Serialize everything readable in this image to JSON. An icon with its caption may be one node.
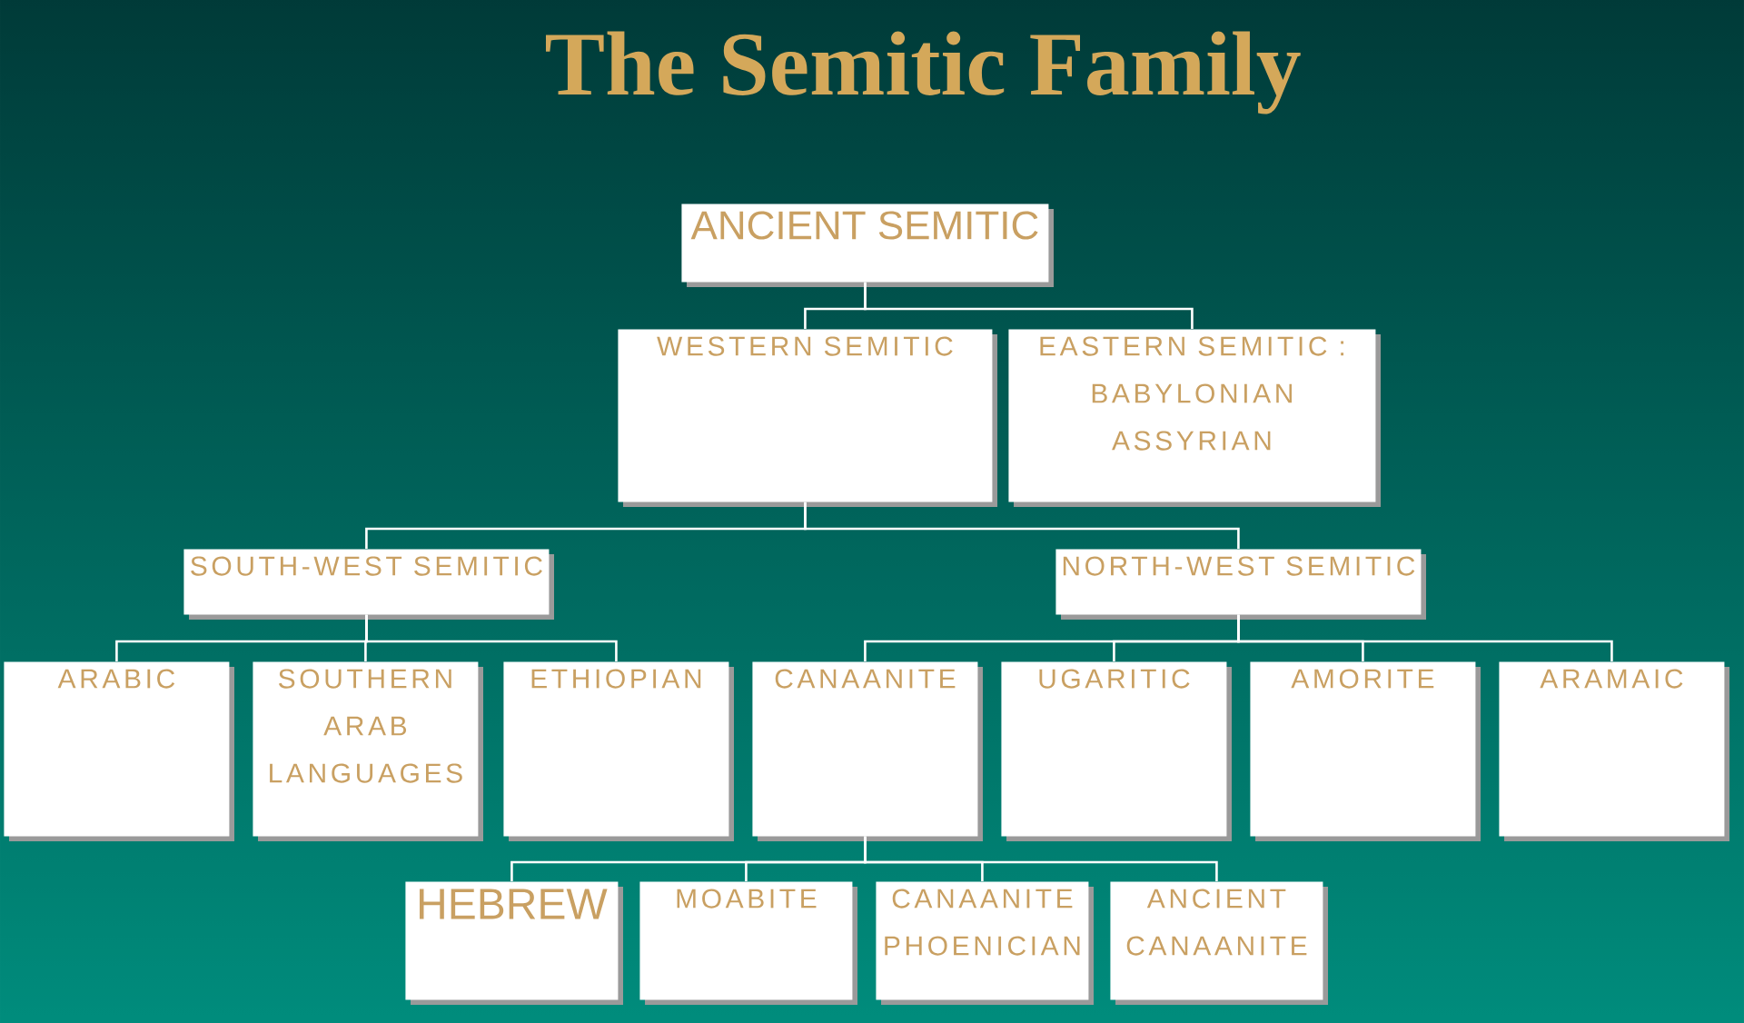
{
  "diagram": {
    "title": "The Semitic Family",
    "nodes": [
      {
        "text": [
          "ANCIENT SEMITIC"
        ]
      },
      {
        "text": [
          "WESTERN SEMITIC"
        ]
      },
      {
        "text": [
          "EASTERN SEMITIC : BABYLONIAN ASSYRIAN"
        ]
      },
      {
        "text": [
          "SOUTH-WEST SEMITIC"
        ]
      },
      {
        "text": [
          "NORTH-WEST SEMITIC"
        ]
      },
      {
        "text": [
          "ARABIC"
        ]
      },
      {
        "text": [
          "SOUTHERN ARAB LANGUAGES"
        ]
      },
      {
        "text": [
          "ETHIOPIAN"
        ]
      },
      {
        "text": [
          "CANAANITE"
        ]
      },
      {
        "text": [
          "UGARITIC"
        ]
      },
      {
        "text": [
          "AMORITE"
        ]
      },
      {
        "text": [
          "ARAMAIC"
        ]
      },
      {
        "text": [
          "HEBREW"
        ]
      },
      {
        "text": [
          "MOABITE"
        ]
      },
      {
        "text": [
          "CANAANITE PHOENICIAN"
        ]
      },
      {
        "text": [
          "ANCIENT CANAANITE"
        ]
      }
    ],
    "edges": [
      {
        "from": 0,
        "to": 1,
        "arrow": "none"
      },
      {
        "from": 0,
        "to": 2,
        "arrow": "none"
      },
      {
        "from": 1,
        "to": 3,
        "arrow": "none"
      },
      {
        "from": 1,
        "to": 4,
        "arrow": "none"
      },
      {
        "from": 3,
        "to": 5,
        "arrow": "none"
      },
      {
        "from": 3,
        "to": 6,
        "arrow": "none"
      },
      {
        "from": 3,
        "to": 7,
        "arrow": "none"
      },
      {
        "from": 4,
        "to": 8,
        "arrow": "none"
      },
      {
        "from": 4,
        "to": 9,
        "arrow": "none"
      },
      {
        "from": 4,
        "to": 10,
        "arrow": "none"
      },
      {
        "from": 4,
        "to": 11,
        "arrow": "none"
      },
      {
        "from": 8,
        "to": 12,
        "arrow": "none"
      },
      {
        "from": 8,
        "to": 13,
        "arrow": "none"
      },
      {
        "from": 8,
        "to": 14,
        "arrow": "none"
      },
      {
        "from": 8,
        "to": 15,
        "arrow": "none"
      }
    ]
  }
}
